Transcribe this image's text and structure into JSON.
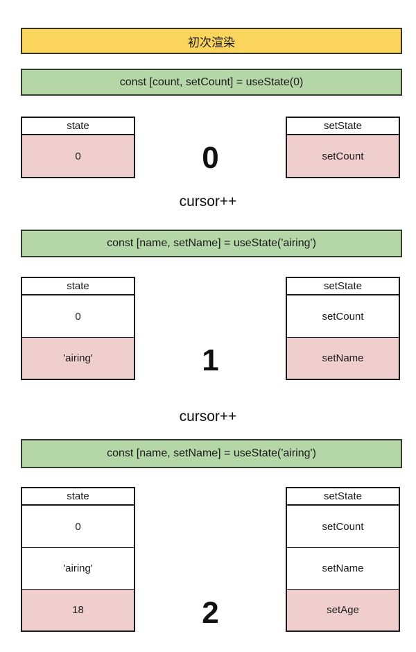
{
  "title_banner": "初次渲染",
  "cursor_label": "cursor++",
  "colors": {
    "yellow_fill": "#fbd45e",
    "green_fill": "#b5d6a7",
    "pink_highlight": "#f1cece",
    "border_dark": "#1a1a1a"
  },
  "sections": [
    {
      "code": "const [count, setCount] = useState(0)",
      "cursor_value": "0",
      "state": {
        "header": "state",
        "rows": [
          "0"
        ]
      },
      "setState": {
        "header": "setState",
        "rows": [
          "setCount"
        ]
      }
    },
    {
      "code": "const [name, setName] = useState('airing')",
      "cursor_value": "1",
      "state": {
        "header": "state",
        "rows": [
          "0",
          "'airing'"
        ]
      },
      "setState": {
        "header": "setState",
        "rows": [
          "setCount",
          "setName"
        ]
      }
    },
    {
      "code": "const [name, setName] = useState('airing')",
      "cursor_value": "2",
      "state": {
        "header": "state",
        "rows": [
          "0",
          "'airing'",
          "18"
        ]
      },
      "setState": {
        "header": "setState",
        "rows": [
          "setCount",
          "setName",
          "setAge"
        ]
      }
    }
  ]
}
